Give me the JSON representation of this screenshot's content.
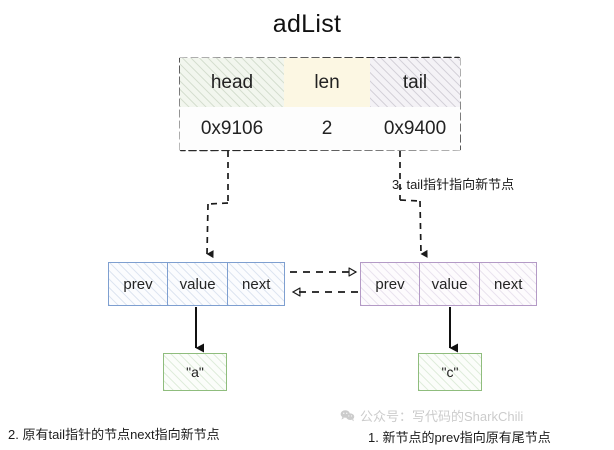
{
  "title": "adList",
  "struct": {
    "headers": [
      "head",
      "len",
      "tail"
    ],
    "values": [
      "0x9106",
      "2",
      "0x9400"
    ]
  },
  "nodes": {
    "left": {
      "fields": [
        "prev",
        "value",
        "next"
      ],
      "border_color": "#7e9fd0"
    },
    "right": {
      "fields": [
        "prev",
        "value",
        "next"
      ],
      "border_color": "#b49ac6"
    }
  },
  "values": {
    "left_value": "\"a\"",
    "right_value": "\"c\"",
    "border_color": "#8fbd7d"
  },
  "annotations": {
    "step3": "3. tail指针指向新节点",
    "step2": "2. 原有tail指针的节点next指向新节点",
    "step1": "1. 新节点的prev指向原有尾节点"
  },
  "watermark": {
    "text": "公众号：写代码的SharkChili"
  }
}
